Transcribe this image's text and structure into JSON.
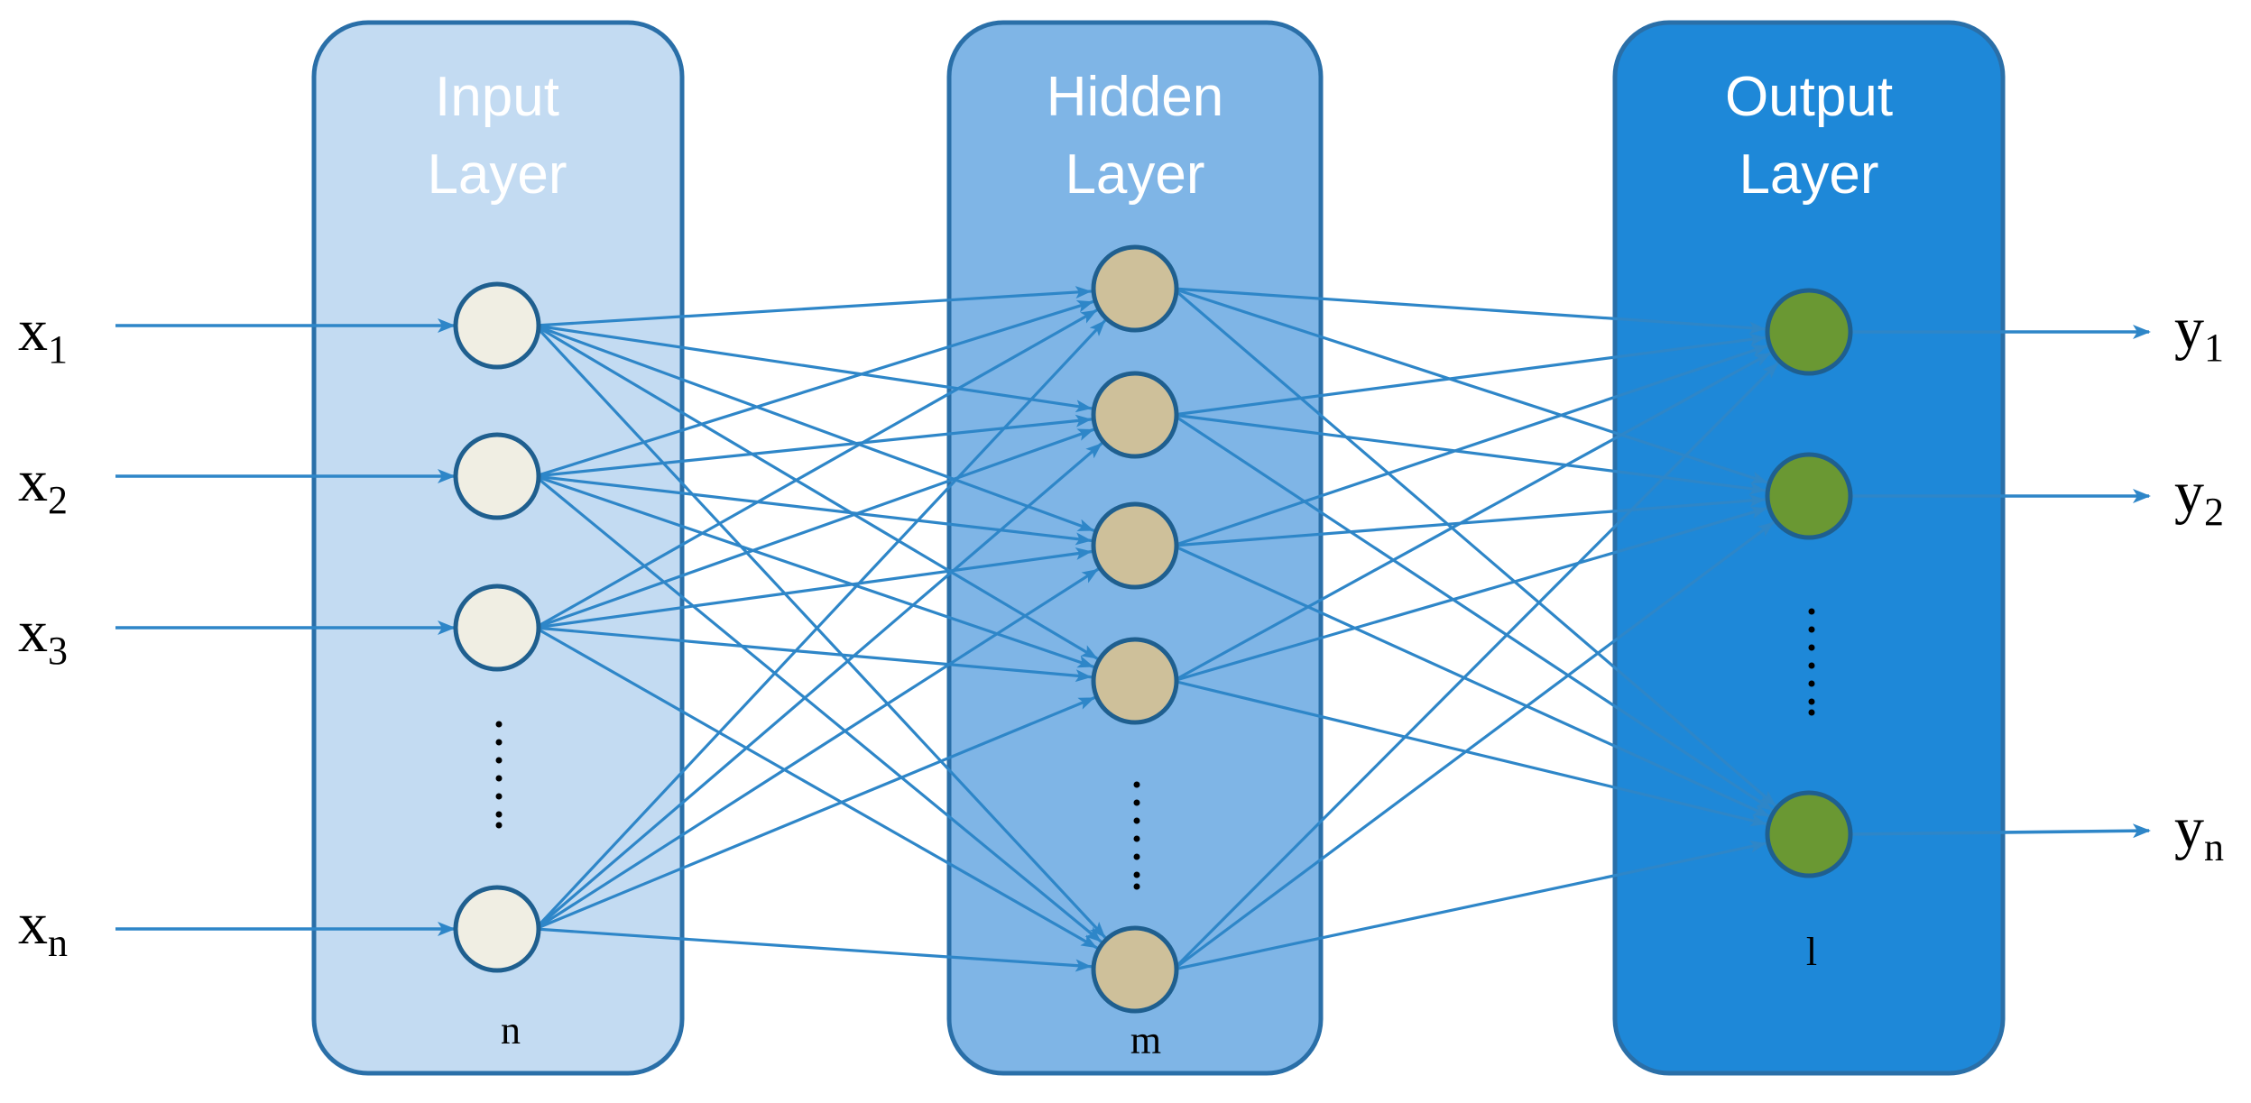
{
  "colors": {
    "input_layer_fill": "#C3DBF2",
    "hidden_layer_fill": "#7FB5E6",
    "output_layer_fill": "#1E88D8",
    "layer_border": "#2A6FA8",
    "edge": "#2E86C8",
    "input_node_fill": "#F0EEE3",
    "hidden_node_fill": "#CEC09A",
    "output_node_fill": "#6A9833",
    "node_border": "#1F5F8F",
    "title_text": "#FFFFFF"
  },
  "layers": [
    {
      "id": "input",
      "title_line1": "Input",
      "title_line2": "Layer",
      "count_label": "n",
      "node_count": 4
    },
    {
      "id": "hidden",
      "title_line1": "Hidden",
      "title_line2": "Layer",
      "count_label": "m",
      "node_count": 5
    },
    {
      "id": "output",
      "title_line1": "Output",
      "title_line2": "Layer",
      "count_label": "l",
      "node_count": 3
    }
  ],
  "inputs": [
    {
      "base": "x",
      "sub": "1"
    },
    {
      "base": "x",
      "sub": "2"
    },
    {
      "base": "x",
      "sub": "3"
    },
    {
      "base": "x",
      "sub": "n"
    }
  ],
  "outputs": [
    {
      "base": "y",
      "sub": "1"
    },
    {
      "base": "y",
      "sub": "2"
    },
    {
      "base": "y",
      "sub": "n"
    }
  ],
  "connections": "fully-connected"
}
